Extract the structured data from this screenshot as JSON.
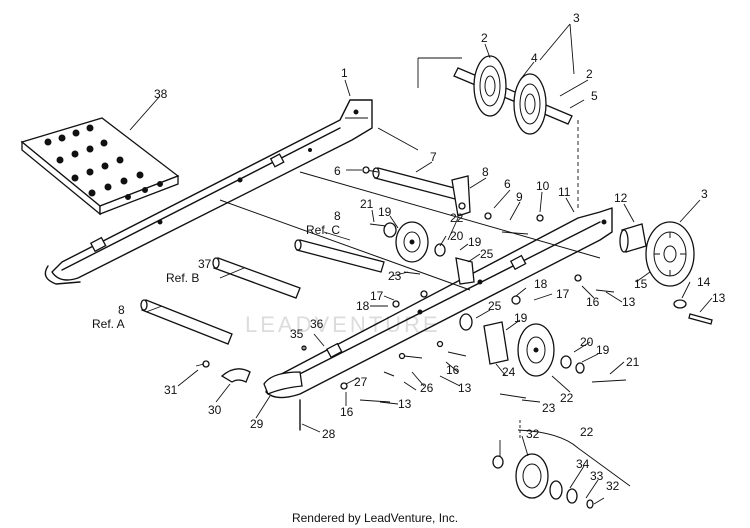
{
  "diagram": {
    "callouts": {
      "c1": "1",
      "c2a": "2",
      "c2b": "2",
      "c3a": "3",
      "c3b": "3",
      "c4": "4",
      "c5": "5",
      "c6a": "6",
      "c6b": "6",
      "c7": "7",
      "c8": "8",
      "c9": "9",
      "c10": "10",
      "c11": "11",
      "c12": "12",
      "c13a": "13",
      "c13b": "13",
      "c13c": "13",
      "c13d": "13",
      "c14": "14",
      "c15": "15",
      "c16a": "16",
      "c16b": "16",
      "c16c": "16",
      "c17a": "17",
      "c17b": "17",
      "c18a": "18",
      "c18b": "18",
      "c19a": "19",
      "c19b": "19",
      "c19c": "19",
      "c19d": "19",
      "c20a": "20",
      "c20b": "20",
      "c21a": "21",
      "c21b": "21",
      "c22a": "22",
      "c22b": "22",
      "c22c": "22",
      "c23a": "23",
      "c23b": "23",
      "c24": "24",
      "c25a": "25",
      "c25b": "25",
      "c26": "26",
      "c27": "27",
      "c28": "28",
      "c29": "29",
      "c30": "30",
      "c31": "31",
      "c32a": "32",
      "c32b": "32",
      "c33": "33",
      "c34": "34",
      "c35": "35",
      "c36": "36",
      "c37": "37",
      "c38": "38",
      "c8refA": "8",
      "c8refC": "8"
    },
    "refs": {
      "ref_a": "Ref. A",
      "ref_b": "Ref. B",
      "ref_c": "Ref. C"
    },
    "watermark": "LEADVENTURE"
  },
  "footer": {
    "text": "Rendered by LeadVenture, Inc."
  }
}
